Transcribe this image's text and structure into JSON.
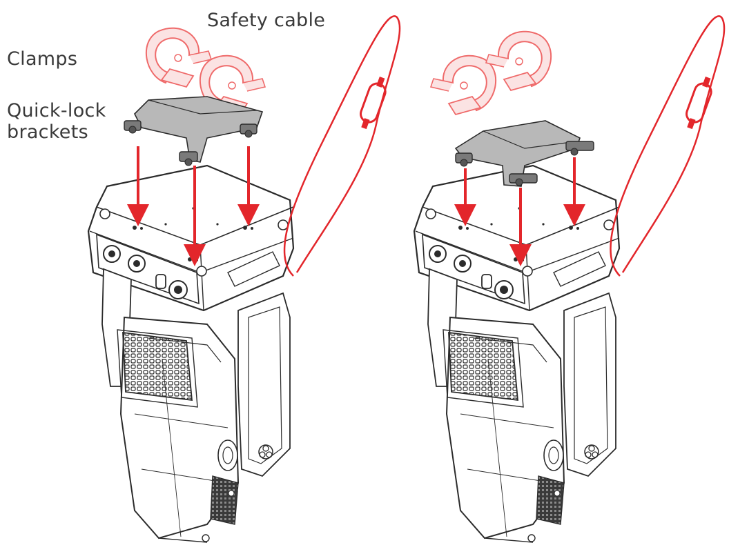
{
  "labels": {
    "safety_cable": "Safety cable",
    "clamps": "Clamps",
    "quick_lock_brackets": "Quick-lock\nbrackets"
  },
  "views": [
    {
      "id": "left-view"
    },
    {
      "id": "right-view"
    }
  ],
  "colors": {
    "line": "#2b2b2b",
    "red": "#e3262b",
    "clamp": "#ef6a6a",
    "bracket": "#9a9a9a",
    "vent": "#4a4a4a"
  }
}
